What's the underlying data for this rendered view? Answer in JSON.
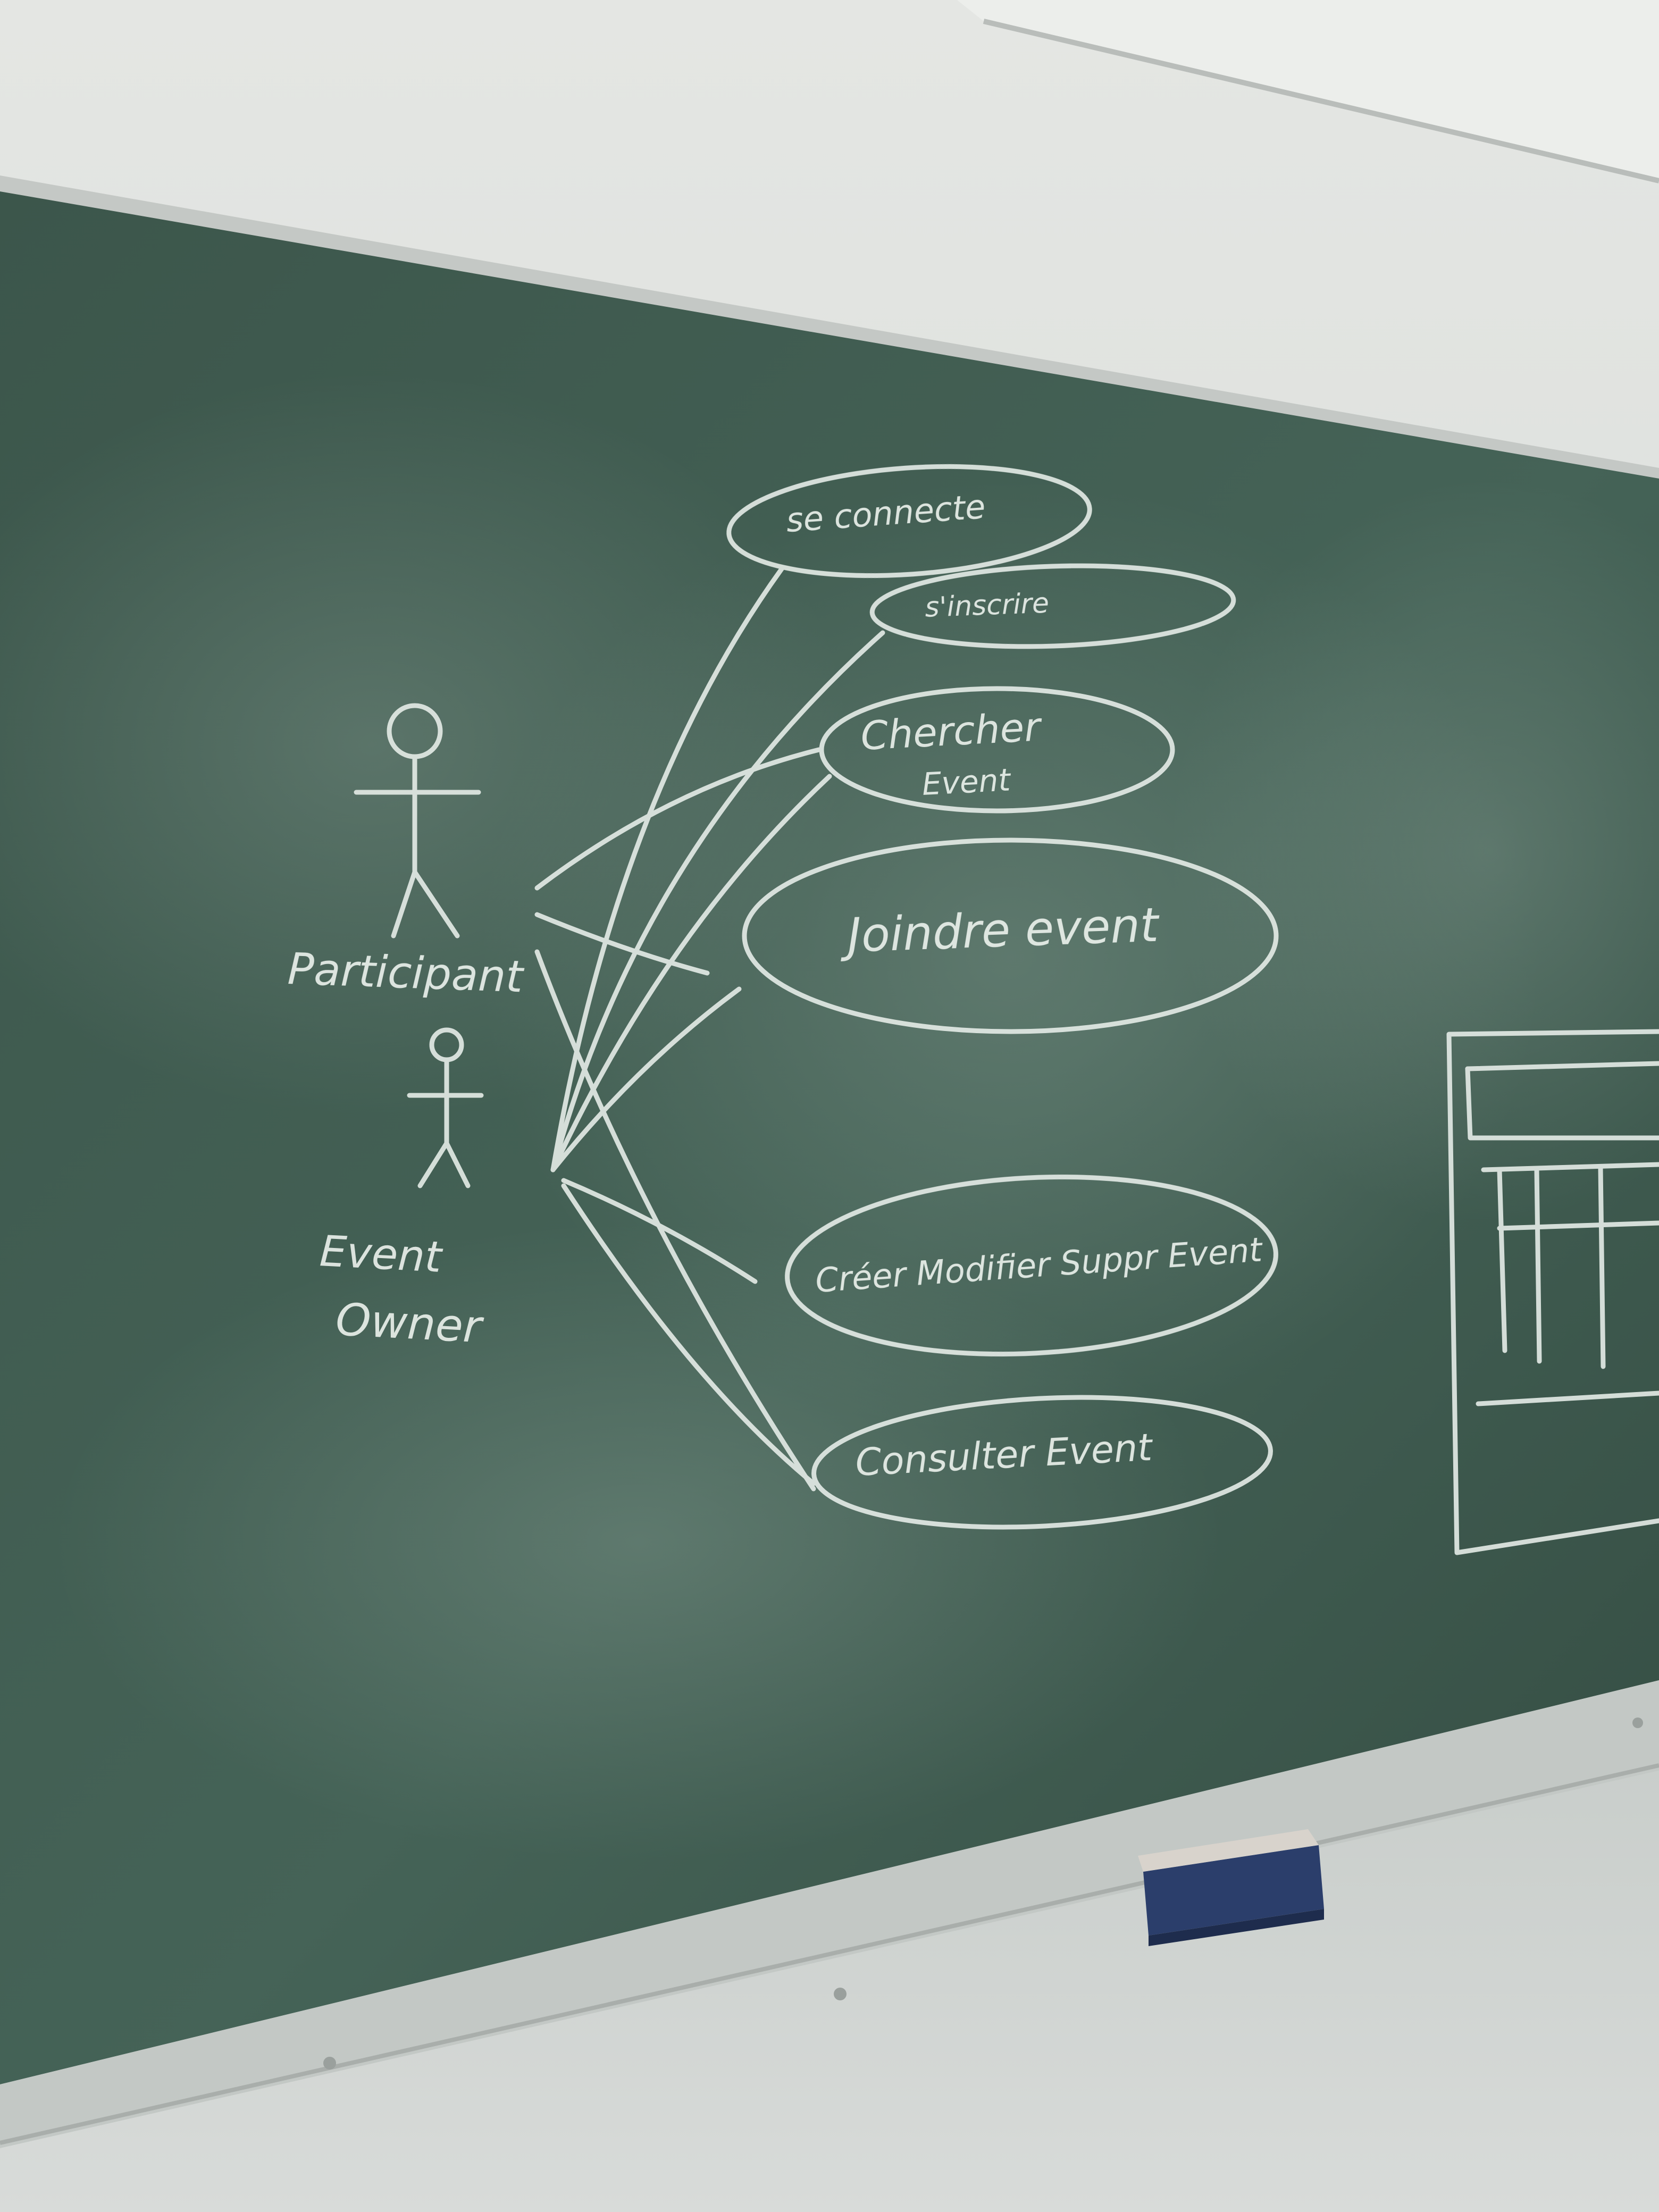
{
  "colors": {
    "board": "#3f5a4e",
    "board_dark": "#2f463c",
    "chalk": "#e6ece8",
    "wall": "#d9dcda",
    "frame": "#bfc4c1",
    "ceiling": "#e4e6e3",
    "eraser_body": "#2b3e6b",
    "eraser_top": "#d8d3cc"
  },
  "actors": [
    {
      "id": "participant",
      "label": "Participant"
    },
    {
      "id": "owner",
      "label_lines": [
        "Event",
        "Owner"
      ]
    }
  ],
  "use_cases": [
    {
      "id": "uc1",
      "lines": [
        "se connecte"
      ]
    },
    {
      "id": "uc2",
      "lines": [
        "s'inscrire"
      ]
    },
    {
      "id": "uc3",
      "lines": [
        "Chercher",
        "Event"
      ]
    },
    {
      "id": "uc4",
      "lines": [
        "Joindre event"
      ]
    },
    {
      "id": "uc5",
      "lines": [
        "Créer Modifier Suppr Event"
      ]
    },
    {
      "id": "uc6",
      "lines": [
        "Consulter Event"
      ]
    }
  ],
  "objects": {
    "eraser": "eraser-icon",
    "sketch": "wireframe-sketch"
  }
}
